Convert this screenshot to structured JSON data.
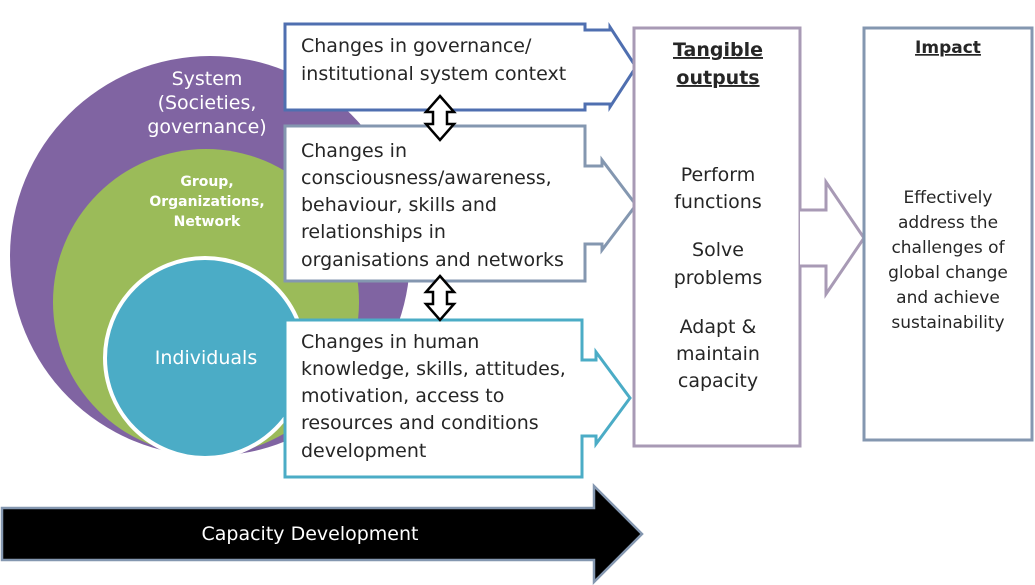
{
  "circles": {
    "system": [
      "System",
      "(Societies,",
      "governance)"
    ],
    "group": [
      "Group,",
      "Organizations,",
      "Network"
    ],
    "individuals": "Individuals"
  },
  "changes": {
    "governance": [
      "Changes in governance/",
      "institutional system context"
    ],
    "organisations": [
      "Changes in",
      "consciousness/awareness,",
      "behaviour, skills and",
      "relationships in",
      "organisations and networks"
    ],
    "human": [
      "Changes in human",
      "knowledge, skills, attitudes,",
      "motivation, access to",
      "resources and conditions",
      "development"
    ]
  },
  "outputs": {
    "title": [
      "Tangible",
      "outputs"
    ],
    "items": [
      [
        "Perform",
        "functions"
      ],
      [
        "Solve",
        "problems"
      ],
      [
        "Adapt &",
        "maintain",
        "capacity"
      ]
    ]
  },
  "impact": {
    "title": "Impact",
    "text": [
      "Effectively",
      "address the",
      "challenges of",
      "global change",
      "and achieve",
      "sustainability"
    ]
  },
  "bottom_arrow": "Capacity Development",
  "colors": {
    "system": "#8064a2",
    "group": "#9bbb59",
    "individuals": "#4bacc6",
    "governance_border": "#4f6fb0",
    "organisations_border": "#8497b0",
    "human_border": "#4bacc6",
    "box_border": "#a89ab5",
    "impact_border": "#8497b0"
  }
}
